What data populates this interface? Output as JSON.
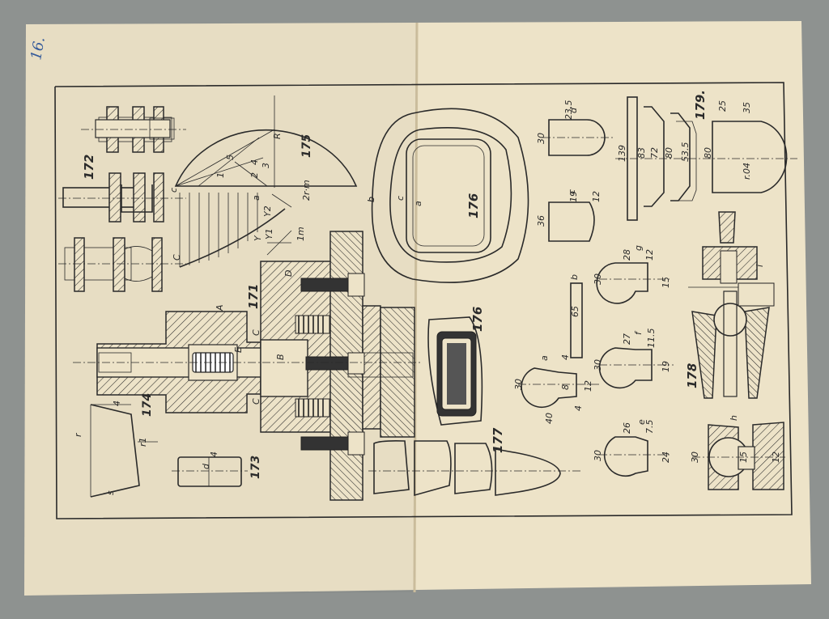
{
  "page": {
    "page_number": "16.",
    "paper_color": "#ede3c8",
    "ink_color": "#2a2a2a",
    "pen_color": "#345a9a"
  },
  "figures": {
    "f171": {
      "number": "171",
      "labels": [
        "A",
        "B",
        "C",
        "C",
        "D",
        "E"
      ]
    },
    "f172": {
      "number": "172"
    },
    "f173": {
      "number": "173",
      "labels": [
        "d",
        "4"
      ]
    },
    "f174": {
      "number": "174",
      "labels": [
        "r",
        "4",
        "r1",
        "s"
      ]
    },
    "f175": {
      "number": "175",
      "labels": [
        "R",
        "a",
        "b",
        "c",
        "C",
        "1",
        "2",
        "3",
        "4",
        "5",
        "Y1",
        "Y2",
        "Y",
        "1m",
        "2r·m"
      ]
    },
    "f176": {
      "number": "176",
      "labels": [
        "a",
        "b",
        "c"
      ]
    },
    "f177": {
      "number": "177"
    },
    "f178": {
      "number": "178",
      "views": [
        {
          "letter": "a",
          "dims": [
            "30",
            "40",
            "8",
            "12",
            "4"
          ]
        },
        {
          "letter": "b",
          "dims": [
            "65",
            "4"
          ]
        },
        {
          "letter": "c",
          "dims": [
            "36",
            "19",
            "12"
          ]
        },
        {
          "letter": "d",
          "dims": [
            "30",
            "23.5"
          ]
        },
        {
          "letter": "e",
          "dims": [
            "30",
            "26",
            "7.5",
            "24"
          ]
        },
        {
          "letter": "f",
          "dims": [
            "30",
            "27",
            "11.5",
            "19"
          ]
        },
        {
          "letter": "g",
          "dims": [
            "30",
            "28",
            "12",
            "15"
          ]
        },
        {
          "letter": "h",
          "dims": [
            "30",
            "15",
            "12"
          ]
        },
        {
          "letter": "i",
          "dims": []
        }
      ]
    },
    "f179": {
      "number": "179.",
      "dims": [
        "139",
        "83",
        "72",
        "80",
        "53.5",
        "80",
        "25",
        "35",
        "r.04"
      ]
    }
  }
}
